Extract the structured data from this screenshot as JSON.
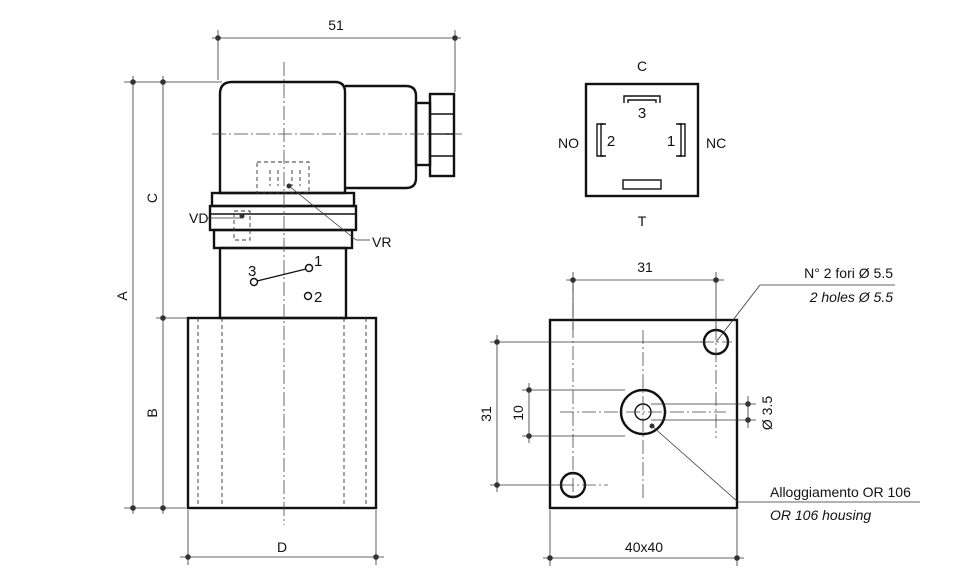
{
  "dimensions": {
    "top_width": "51",
    "A": "A",
    "C": "C",
    "B": "B",
    "D": "D",
    "block_width": "31",
    "block_height": "31",
    "hole_spacing": "10",
    "center_hole_dia": "Ø 3.5",
    "block_size": "40x40"
  },
  "labels": {
    "VD": "VD",
    "VR": "VR",
    "contact_3": "3",
    "contact_1": "1",
    "contact_2": "2"
  },
  "connector": {
    "C": "C",
    "T": "T",
    "NO": "NO",
    "NC": "NC",
    "pin_3": "3",
    "pin_2": "2",
    "pin_1": "1"
  },
  "callouts": {
    "holes_it": "N° 2 fori Ø 5.5",
    "holes_en": "2 holes Ø 5.5",
    "housing_it": "Alloggiamento OR 106",
    "housing_en": "OR 106 housing"
  }
}
